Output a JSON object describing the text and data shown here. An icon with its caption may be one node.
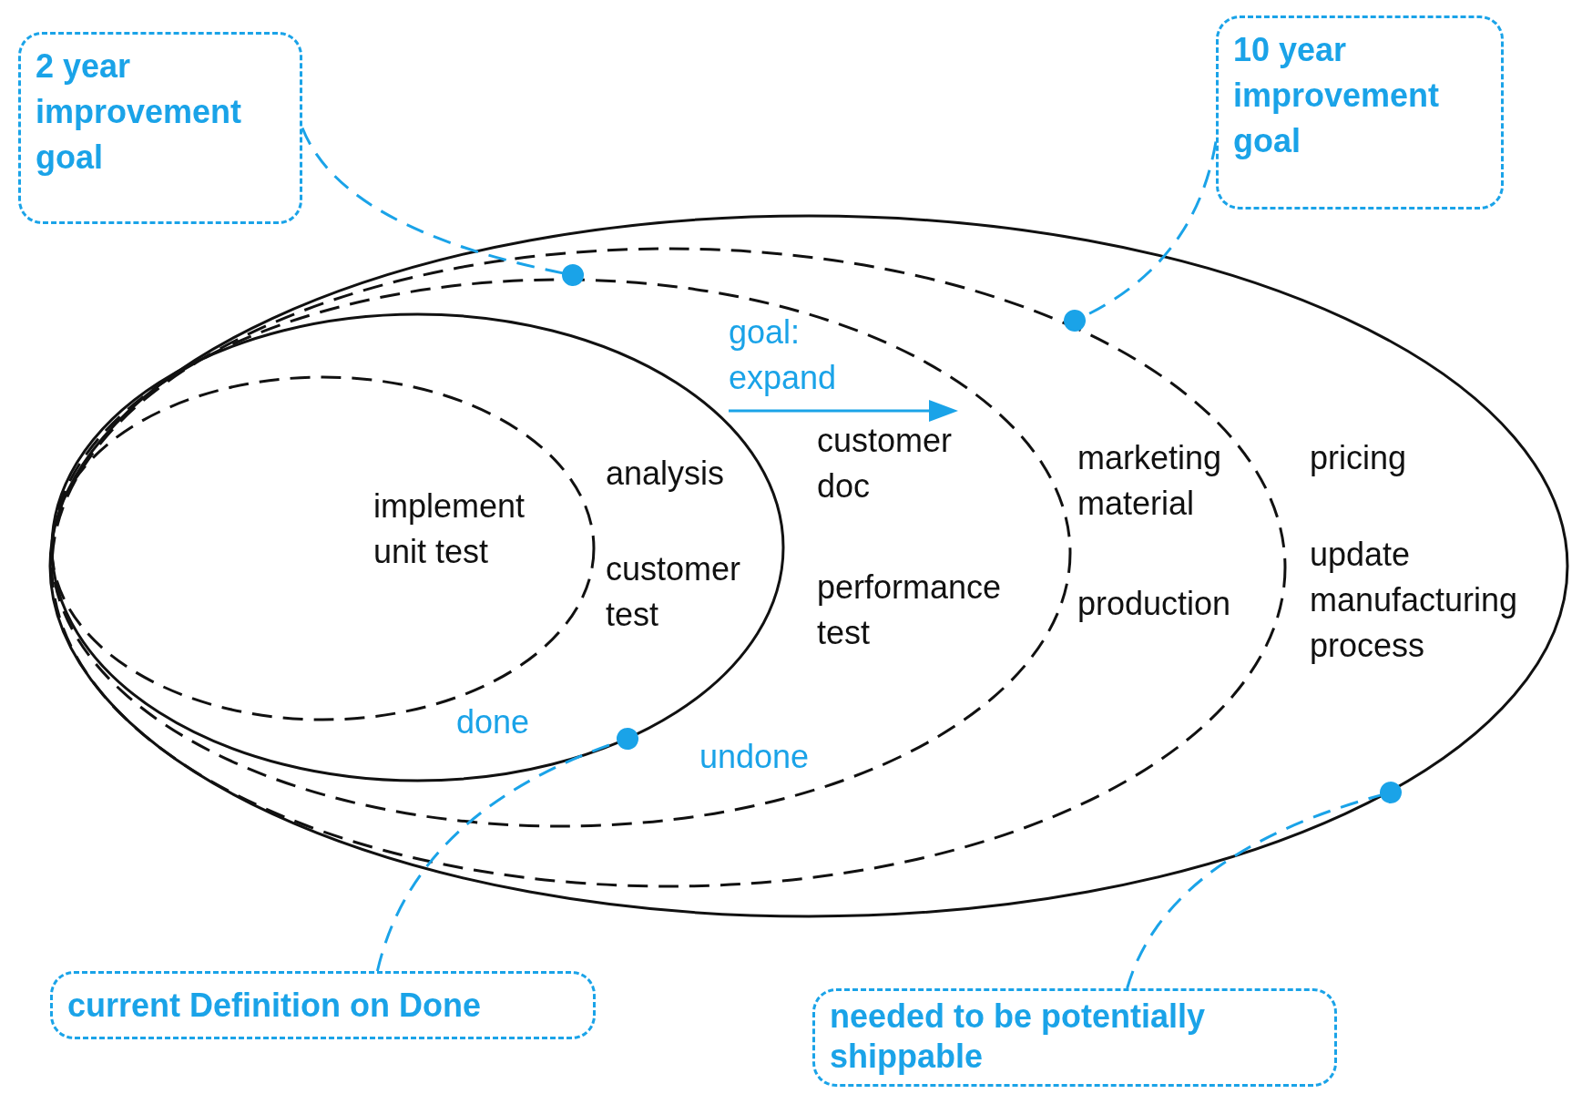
{
  "diagram": {
    "nodes": [
      {
        "text": [
          "pricing",
          "update manufacturing process"
        ]
      },
      {
        "text": [
          "marketing material",
          "production"
        ],
        "in": 0
      },
      {
        "text": [
          "customer doc",
          "performance test"
        ],
        "in": 1
      },
      {
        "text": [
          "analysis",
          "customer test"
        ],
        "in": 2
      },
      {
        "text": [
          "implement unit test"
        ],
        "in": 3
      },
      {
        "text": [
          "2 year improvement goal"
        ]
      },
      {
        "text": [
          "10 year improvement goal"
        ]
      },
      {
        "text": [
          "current Definition on Done"
        ]
      },
      {
        "text": [
          "needed to be potentially shippable"
        ]
      }
    ],
    "edges": [
      {
        "from": 5,
        "to": 2,
        "arrow": "other",
        "style": "dashed"
      },
      {
        "from": 6,
        "to": 1,
        "arrow": "other",
        "style": "dashed"
      },
      {
        "from": 7,
        "to": 3,
        "arrow": "other",
        "style": "dashed"
      },
      {
        "from": 8,
        "to": 0,
        "arrow": "other",
        "style": "dashed"
      }
    ],
    "labels": [
      "goal: expand",
      "done",
      "undone"
    ]
  }
}
